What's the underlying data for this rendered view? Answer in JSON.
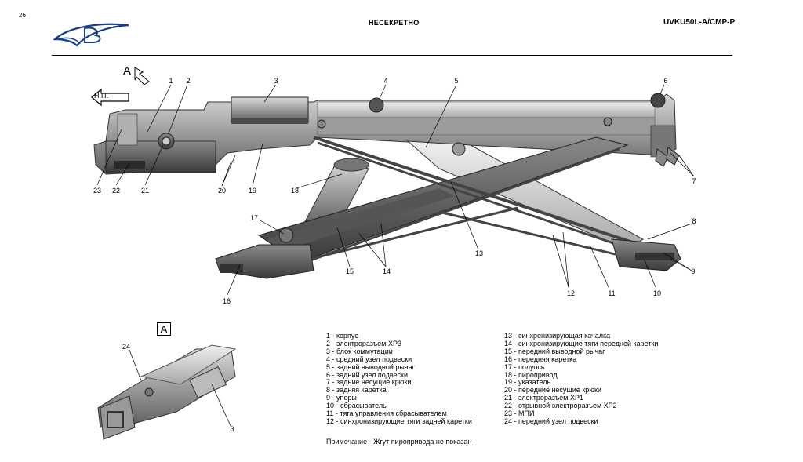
{
  "header": {
    "page_number": "26",
    "classification": "НЕСЕКРЕТНО",
    "doc_code": "UVKU50L-A/CMP-P"
  },
  "figure": {
    "view_label": "A",
    "view_box_label": "A",
    "direction_label": "Н.П.",
    "callouts": [
      "1",
      "2",
      "3",
      "4",
      "5",
      "6",
      "7",
      "8",
      "9",
      "10",
      "11",
      "12",
      "13",
      "14",
      "15",
      "16",
      "17",
      "18",
      "19",
      "20",
      "21",
      "22",
      "23",
      "24",
      "3"
    ]
  },
  "legend_left": [
    "1 - корпус",
    "2 - электроразъем ХР3",
    "3 - блок коммутации",
    "4 - средний узел подвески",
    "5 - задний выводной рычаг",
    "6 - задний узел подвески",
    "7 - задние несущие крюки",
    "8 - задняя каретка",
    "9 - упоры",
    "10 - сбрасыватель",
    "11 - тяга управления сбрасывателем",
    "12 - синхронизирующие тяги задней каретки"
  ],
  "legend_right": [
    "13 - синхронизирующая качалка",
    "14 - синхронизирующие тяги передней каретки",
    "15 - передний выводной рычаг",
    "16 - передняя каретка",
    "17 - полуось",
    "18 - пиропривод",
    "19 - указатель",
    "20 - передние несущие крюки",
    "21 - электроразъем ХР1",
    "22 - отрывной электроразъем ХР2",
    "23 - МПИ",
    "24 - передний узел подвески"
  ],
  "note": "Примечание - Жгут пиропривода не показан"
}
